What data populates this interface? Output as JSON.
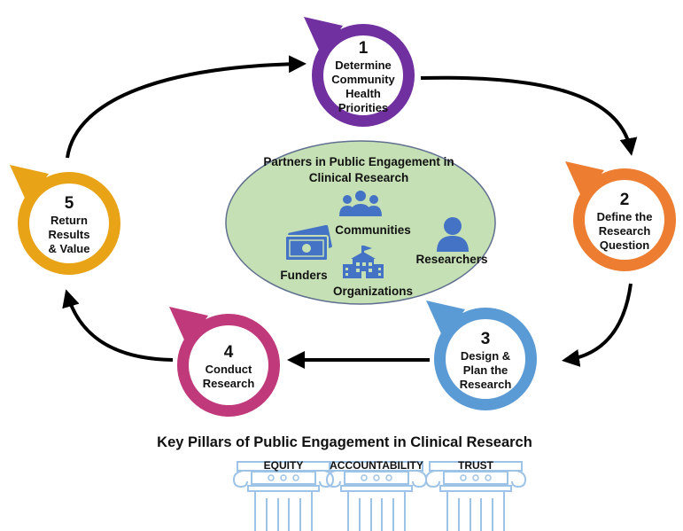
{
  "steps": [
    {
      "number": "1",
      "lines": [
        "Determine",
        "Community",
        "Health",
        "Priorities"
      ],
      "color": "#7030A0"
    },
    {
      "number": "2",
      "lines": [
        "Define the",
        "Research",
        "Question"
      ],
      "color": "#ED7D31"
    },
    {
      "number": "3",
      "lines": [
        "Design &",
        "Plan the",
        "Research"
      ],
      "color": "#5B9BD5"
    },
    {
      "number": "4",
      "lines": [
        "Conduct",
        "Research"
      ],
      "color": "#C0397A"
    },
    {
      "number": "5",
      "lines": [
        "Return",
        "Results",
        "& Value"
      ],
      "color": "#E8A317"
    }
  ],
  "center": {
    "title_lines": [
      "Partners in Public Engagement in",
      "Clinical Research"
    ],
    "fill": "#C5E0B4",
    "icon_color": "#4472C4",
    "partners": {
      "communities": "Communities",
      "researchers": "Researchers",
      "funders": "Funders",
      "organizations": "Organizations"
    }
  },
  "pillars": {
    "title": "Key Pillars of Public Engagement in Clinical Research",
    "items": [
      "EQUITY",
      "ACCOUNTABILITY",
      "TRUST"
    ],
    "color": "#9DC3E6"
  }
}
